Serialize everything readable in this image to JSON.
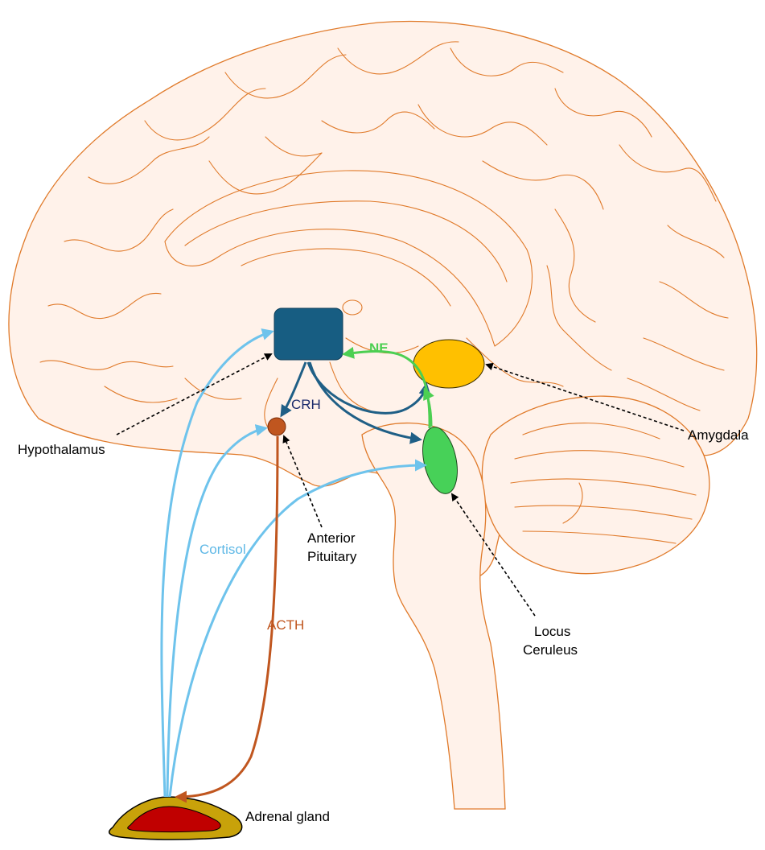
{
  "labels": {
    "hypothalamus": "Hypothalamus",
    "crh": "CRH",
    "ne": "NE",
    "amygdala": "Amygdala",
    "anterior_pituitary_line1": "Anterior",
    "anterior_pituitary_line2": "Pituitary",
    "cortisol": "Cortisol",
    "acth": "ACTH",
    "locus_ceruleus_line1": "Locus",
    "locus_ceruleus_line2": "Ceruleus",
    "adrenal_gland": "Adrenal gland"
  },
  "colors": {
    "brain_fill": "#fff2ea",
    "brain_stroke": "#e07a2a",
    "hypothalamus": "#175d82",
    "amygdala": "#ffc000",
    "locus_ceruleus": "#47d158",
    "anterior_pituitary": "#c0561f",
    "adrenal_outer": "#c8a20a",
    "adrenal_inner": "#c00000",
    "cortisol_arrow": "#6ec3ec",
    "crh_arrow": "#1f5f86",
    "ne_arrow": "#4ccf52",
    "acth_arrow": "#c0561f"
  }
}
